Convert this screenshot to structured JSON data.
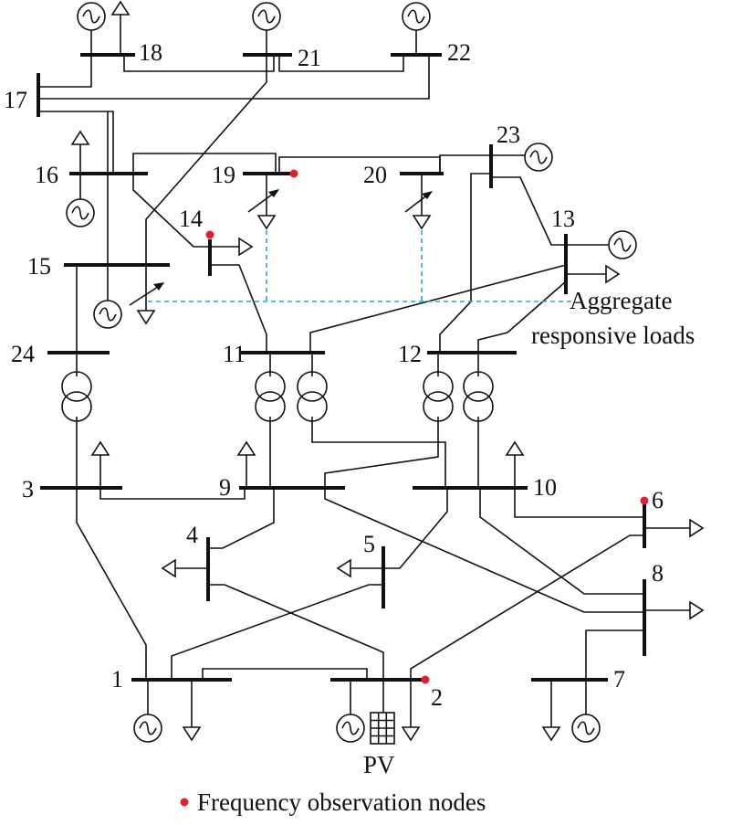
{
  "diagram": {
    "bus_labels": {
      "b1": "1",
      "b2": "2",
      "b3": "3",
      "b4": "4",
      "b5": "5",
      "b6": "6",
      "b7": "7",
      "b8": "8",
      "b9": "9",
      "b10": "10",
      "b11": "11",
      "b12": "12",
      "b13": "13",
      "b14": "14",
      "b15": "15",
      "b16": "16",
      "b17": "17",
      "b18": "18",
      "b19": "19",
      "b20": "20",
      "b21": "21",
      "b22": "22",
      "b23": "23",
      "b24": "24"
    },
    "aggregate_label_line1": "Aggregate",
    "aggregate_label_line2": "responsive loads",
    "pv_label": "PV",
    "legend_text": "Frequency observation nodes",
    "colors": {
      "line": "#111111",
      "observation_node": "#e0212b",
      "dashed_link": "#2aa7d8"
    }
  }
}
